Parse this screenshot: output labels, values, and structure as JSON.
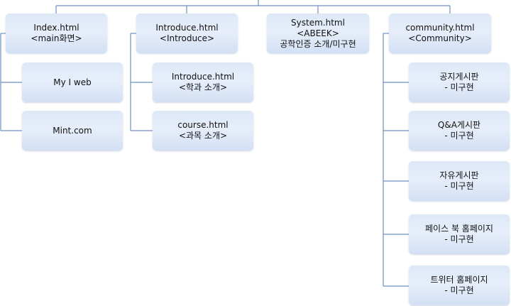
{
  "nodes": {
    "index": {
      "line1": "Index.html",
      "line2": "<main화면>"
    },
    "myiweb": {
      "line1": "My I web"
    },
    "mint": {
      "line1": "Mint.com"
    },
    "introduce": {
      "line1": "Introduce.html",
      "line2": "<Introduce>"
    },
    "intro_sub": {
      "line1": "Introduce.html",
      "line2": "<학과 소개>"
    },
    "course": {
      "line1": "course.html",
      "line2": "<과목 소개>"
    },
    "system": {
      "line1": "System.html",
      "line2": "<ABEEK>",
      "line3": "공학인증 소개/미구현"
    },
    "community": {
      "line1": "community.html",
      "line2": "<Community>"
    },
    "notice": {
      "line1": "공지게시판",
      "line2": "- 미구현"
    },
    "qna": {
      "line1": "Q&A게시판",
      "line2": "- 미구현"
    },
    "free": {
      "line1": "자유게시판",
      "line2": "- 미구현"
    },
    "facebook": {
      "line1": "페이스 북 홈페이지",
      "line2": "- 미구현"
    },
    "twitter": {
      "line1": "트위터 홈페이지",
      "line2": "- 미구현"
    }
  },
  "colors": {
    "connector": "#6f8fc2"
  }
}
